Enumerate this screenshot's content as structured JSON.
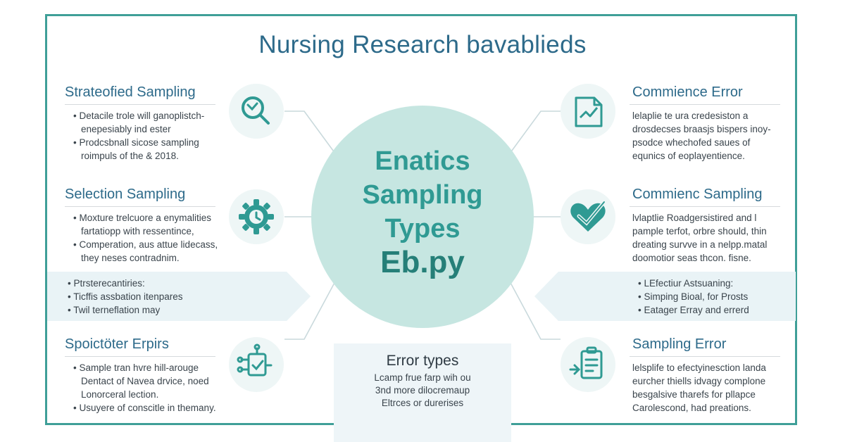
{
  "title": "Nursing Research bavablieds",
  "hub": {
    "line1": "Enatics",
    "line2": "Sampling",
    "line3": "Types",
    "line4": "Eb.py"
  },
  "left": [
    {
      "title": "Strateofied Sampling",
      "lines": [
        "• Detacile trole will ganoplistch-",
        "enepesiably ind ester",
        "• Prodcsbnall sicose sampling",
        "roimpuls of the & 2018."
      ],
      "icon": "magnifier-icon"
    },
    {
      "title": "Selection Sampling",
      "lines": [
        "• Moxture trelcuore a enymalities",
        "fartatiopp with ressentince,",
        "• Comperation, aus attue lidecass,",
        "they neses contradnim."
      ],
      "icon": "gear-clock-icon"
    },
    {
      "title": "Spoictöter Erpirs",
      "lines": [
        "• Sample tran hvre hill-arouge",
        "Dentact of Navea drvice, noed",
        "Lonorceral lection.",
        "• Usuyere of conscitle in themany."
      ],
      "icon": "workflow-icon"
    }
  ],
  "right": [
    {
      "title": "Commience Error",
      "lines": [
        "lelaplie te ura credesiston a",
        "drosdecses braasjs bispers inoy-",
        "psodce whechofed saues of",
        "equnics of eoplayentience."
      ],
      "icon": "chart-document-icon"
    },
    {
      "title": "Commienc Sampling",
      "lines": [
        "lvlaptlie Roadgersistired and l",
        "pample terfot, orbre should, thin",
        "dreating survve in a nelpp.matal",
        "doomotior seas thcon. fisne."
      ],
      "icon": "heart-check-icon"
    },
    {
      "title": "Sampling Error",
      "lines": [
        "lelsplife to efectyinesction landa",
        "eurcher thiells idvagy complone",
        "besgalsive tharefs for pllapce",
        "Carolescond, had preations."
      ],
      "icon": "clipboard-icon"
    }
  ],
  "band_left": [
    "• Ptrsterecantiries:",
    "• Ticffis assbation itenpares",
    "• Twil terneflation may"
  ],
  "band_right": [
    "• LEfectiur Astsuaning:",
    "• Simping Bioal, for Prosts",
    "• Eatager Erray and errerd"
  ],
  "bottom": {
    "title": "Error types",
    "lines": [
      "Lcamp frue farp wih ou",
      "3nd more dilocremaup",
      "Eltrces or durerises"
    ]
  },
  "colors": {
    "accent": "#3f9f98",
    "title": "#2d6a8a",
    "hub": "#c6e6e1"
  }
}
